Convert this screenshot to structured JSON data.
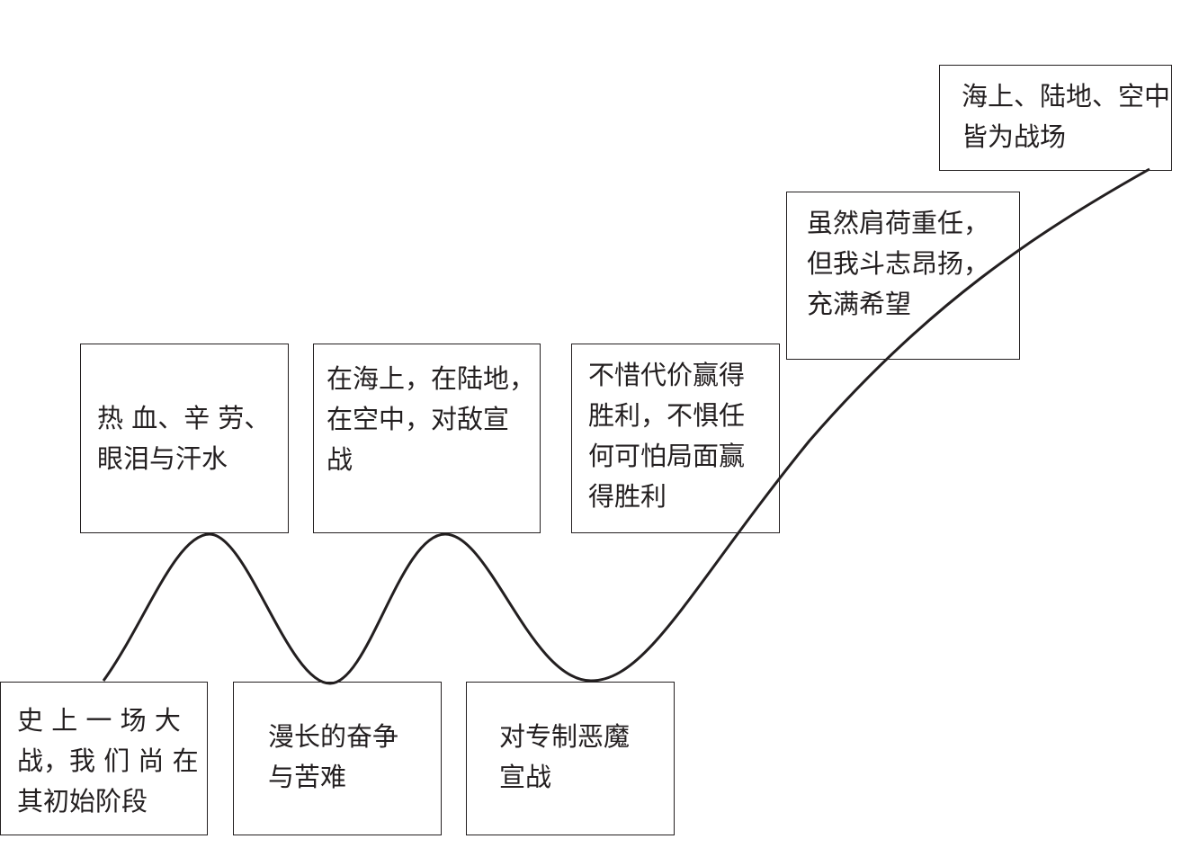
{
  "colors": {
    "stroke": "#231f20",
    "background": "#ffffff"
  },
  "stages": [
    {
      "id": "start",
      "lines": [
        "史 上 一 场 大",
        "战，我 们 尚 在",
        "其初始阶段"
      ]
    },
    {
      "id": "struggle",
      "lines": [
        "漫长的奋争",
        "与苦难"
      ]
    },
    {
      "id": "declare-war-tyranny",
      "lines": [
        "对专制恶魔",
        "宣战"
      ]
    },
    {
      "id": "blood-toil",
      "lines": [
        "热 血、辛 劳、",
        "眼泪与汗水"
      ]
    },
    {
      "id": "wage-war",
      "lines": [
        "在海上，在陆地，",
        "在空中，对敌宣",
        "战"
      ]
    },
    {
      "id": "victory",
      "lines": [
        "不惜代价赢得",
        "胜利，不惧任",
        "何可怕局面赢",
        "得胜利"
      ]
    },
    {
      "id": "hope",
      "lines": [
        "虽然肩荷重任，",
        "但我斗志昂扬，",
        "充满希望"
      ]
    },
    {
      "id": "battlefield",
      "lines": [
        "海上、陆地、空中",
        "皆为战场"
      ]
    }
  ]
}
